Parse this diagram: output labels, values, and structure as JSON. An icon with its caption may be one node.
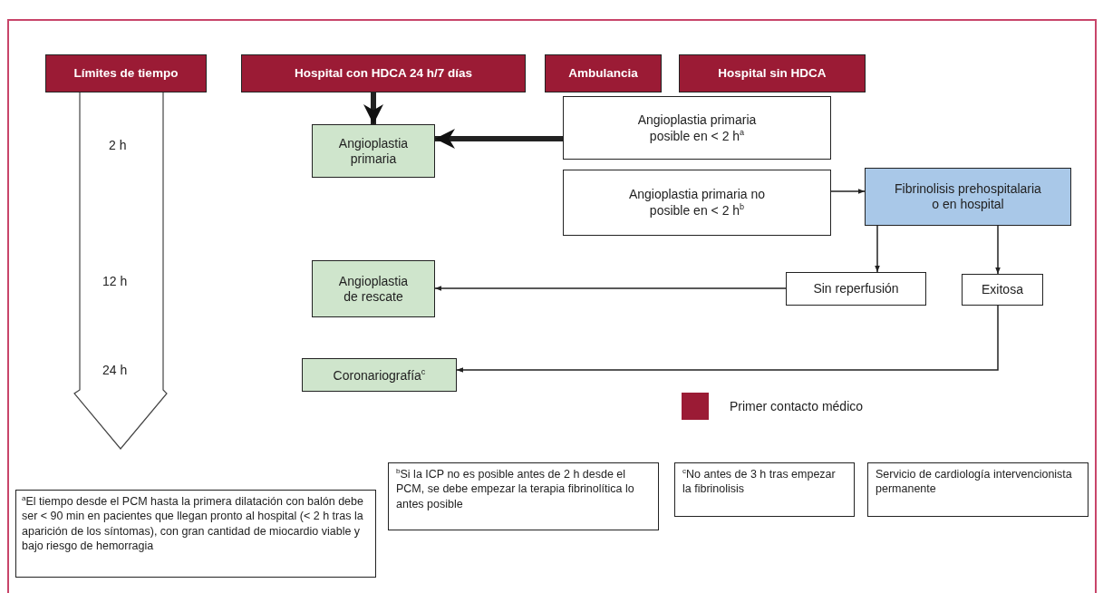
{
  "diagram": {
    "nodes": [
      {
        "text": [
          "Límites de tiempo"
        ]
      },
      {
        "text": [
          "Hospital con HDCA 24 h/7 días"
        ]
      },
      {
        "text": [
          "Ambulancia"
        ]
      },
      {
        "text": [
          "Hospital sin HDCA"
        ]
      },
      {
        "text": [
          "Angioplastia primaria"
        ]
      },
      {
        "text": [
          "Angioplastia primaria posible en < 2 h$^{a}$"
        ]
      },
      {
        "text": [
          "Angioplastia primaria no posible en < 2 h$^{b}$"
        ]
      },
      {
        "text": [
          "Fibrinolisis prehospitalaria o en hospital"
        ]
      },
      {
        "text": [
          "Angioplastia de rescate"
        ]
      },
      {
        "text": [
          "Sin reperfusión"
        ]
      },
      {
        "text": [
          "Exitosa"
        ]
      },
      {
        "text": [
          "Coronariografía$^{c}$"
        ]
      },
      {
        "text": [
          "$^{a}$El tiempo desde el PCM hasta la primera dilatación con balón debe ser < 90 min en pacientes que llegan pronto al hospital (< 2 h tras la aparición de los síntomas), con gran cantidad de miocardio viable y bajo riesgo de hemorragia"
        ]
      },
      {
        "text": [
          "$^{b}$Si la ICP no es posible antes de 2 h desde el PCM, se debe empezar la terapia fibrinolítica lo antes posible"
        ]
      },
      {
        "text": [
          "$^{c}$No antes de 3 h tras empezar la fibrinolisis"
        ]
      },
      {
        "text": [
          "Servicio de cardiología intervencionista permanente"
        ]
      }
    ],
    "edges": [
      {
        "from": 1,
        "to": 4,
        "arrow": "to",
        "style": "thick"
      },
      {
        "from": 5,
        "to": 4,
        "arrow": "to",
        "style": "thick"
      },
      {
        "from": 6,
        "to": 7,
        "arrow": "to"
      },
      {
        "from": 7,
        "to": 9,
        "arrow": "to"
      },
      {
        "from": 7,
        "to": 10,
        "arrow": "to"
      },
      {
        "from": 9,
        "to": 8,
        "arrow": "to"
      },
      {
        "from": 10,
        "to": 11,
        "arrow": "to"
      }
    ],
    "labels": [
      "2 h",
      "12 h",
      "24 h"
    ],
    "legend": [
      {
        "text": "Primer contacto médico",
        "color": "#9b1b35"
      }
    ]
  }
}
